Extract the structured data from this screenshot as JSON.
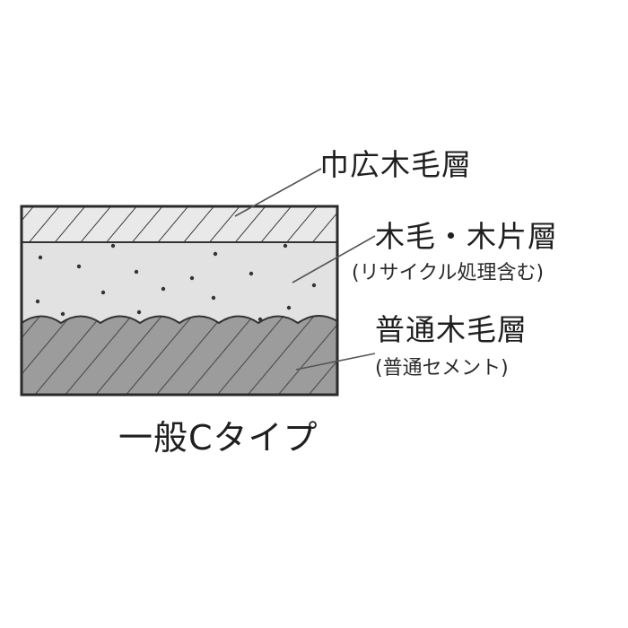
{
  "diagram": {
    "layers": [
      {
        "name": "巾広木毛層",
        "note": ""
      },
      {
        "name": "木毛・木片層",
        "note": "(リサイクル処理含む)"
      },
      {
        "name": "普通木毛層",
        "note": "(普通セメント)"
      }
    ],
    "type_label": "一般Cタイプ"
  }
}
